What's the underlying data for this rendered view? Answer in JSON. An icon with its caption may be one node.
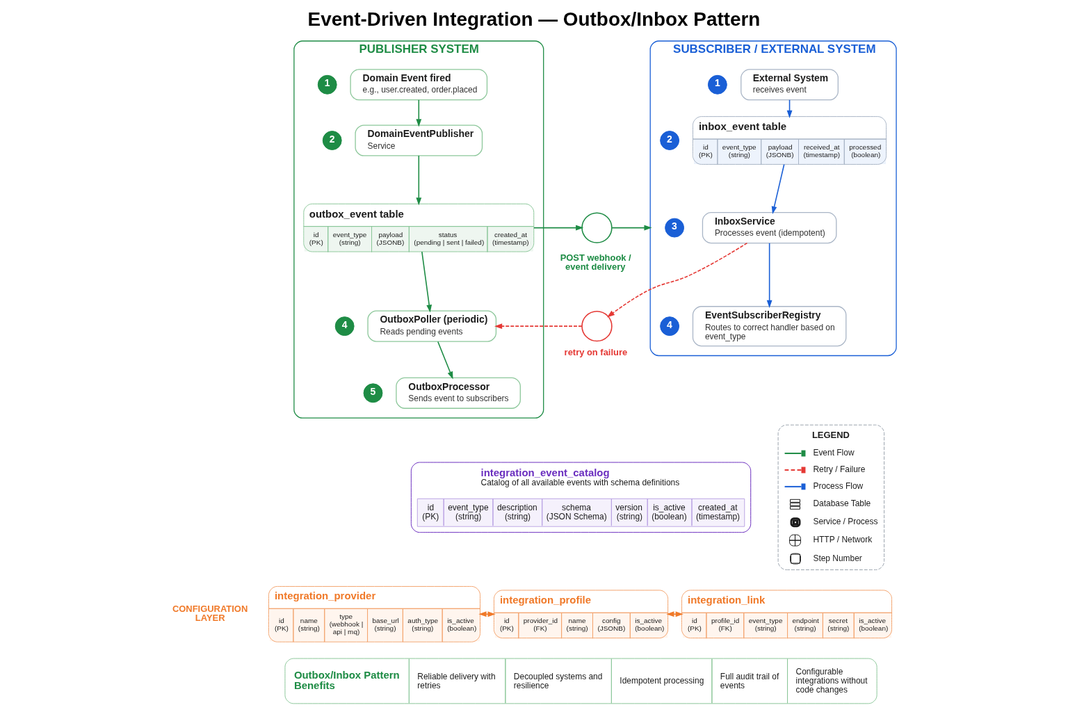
{
  "diagram": {
    "title": "Event-Driven Integration — Outbox/Inbox Pattern",
    "nodes": [
      {
        "text": [
          "PUBLISHER SYSTEM"
        ]
      },
      {
        "text": [
          "1"
        ],
        "in": 0
      },
      {
        "text": [
          "Domain Event fired",
          "e.g., user.created, order.placed"
        ],
        "in": 0
      },
      {
        "text": [
          "2"
        ],
        "in": 0
      },
      {
        "text": [
          "DomainEventPublisher",
          "Service"
        ],
        "in": 0
      },
      {
        "text": [
          "outbox_event table",
          "id (PK)",
          "event_type (string)",
          "payload (JSONB)",
          "status (pending | sent | failed)",
          "created_at (timestamp)"
        ],
        "in": 0
      },
      {
        "text": [
          "4"
        ],
        "in": 0
      },
      {
        "text": [
          "OutboxPoller (periodic)",
          "Reads pending events"
        ],
        "in": 0
      },
      {
        "text": [
          "5"
        ],
        "in": 0
      },
      {
        "text": [
          "OutboxProcessor",
          "Sends event to subscribers"
        ],
        "in": 0
      },
      {
        "text": [],
        "shape": "circle",
        "beside": [
          "POST webhook / event delivery"
        ]
      },
      {
        "text": [],
        "shape": "circle",
        "beside": [
          "retry on failure"
        ]
      },
      {
        "text": [
          "SUBSCRIBER / EXTERNAL SYSTEM"
        ]
      },
      {
        "text": [
          "1"
        ],
        "in": 12
      },
      {
        "text": [
          "External System",
          "receives event"
        ],
        "in": 12
      },
      {
        "text": [
          "2"
        ],
        "in": 12
      },
      {
        "text": [
          "inbox_event table",
          "id (PK)",
          "event_type (string)",
          "payload (JSONB)",
          "received_at (timestamp)",
          "processed (boolean)"
        ],
        "in": 12
      },
      {
        "text": [
          "3"
        ],
        "in": 12
      },
      {
        "text": [
          "InboxService",
          "Processes event (idempotent)"
        ],
        "in": 12
      },
      {
        "text": [
          "4"
        ],
        "in": 12
      },
      {
        "text": [
          "EventSubscriberRegistry",
          "Routes to correct handler based on event_type"
        ],
        "in": 12
      },
      {
        "text": [
          "integration_event_catalog",
          "Catalog of all available events with schema definitions",
          "id (PK)",
          "event_type (string)",
          "description (string)",
          "schema (JSON Schema)",
          "version (string)",
          "is_active (boolean)",
          "created_at (timestamp)"
        ]
      },
      {
        "text": [
          "integration_provider",
          "id (PK)",
          "name (string)",
          "type (webhook | api | mq)",
          "base_url (string)",
          "auth_type (string)",
          "is_active (boolean)"
        ]
      },
      {
        "text": [
          "integration_profile",
          "id (PK)",
          "provider_id (FK)",
          "name (string)",
          "config (JSONB)",
          "is_active (boolean)"
        ]
      },
      {
        "text": [
          "integration_link",
          "id (PK)",
          "profile_id (FK)",
          "event_type (string)",
          "endpoint (string)",
          "secret (string)",
          "is_active (boolean)"
        ]
      },
      {
        "text": [
          "Outbox/Inbox Pattern Benefits",
          "Reliable delivery with retries",
          "Decoupled systems and resilience",
          "Idempotent processing",
          "Full audit trail of events",
          "Configurable integrations without code changes"
        ]
      }
    ],
    "edges": [
      {
        "from": 2,
        "to": 4,
        "arrow": "to"
      },
      {
        "from": 4,
        "to": 5,
        "arrow": "to"
      },
      {
        "from": 5,
        "to": 7,
        "arrow": "to"
      },
      {
        "from": 7,
        "to": 9,
        "arrow": "to"
      },
      {
        "from": 5,
        "to": 10,
        "arrow": "to"
      },
      {
        "from": 10,
        "to": 12,
        "arrow": "to"
      },
      {
        "from": 14,
        "to": 16,
        "arrow": "to",
        "color": "#1a5fd6"
      },
      {
        "from": 16,
        "to": 18,
        "arrow": "to",
        "color": "#1a5fd6"
      },
      {
        "from": 18,
        "to": 20,
        "arrow": "to",
        "color": "#1a5fd6"
      },
      {
        "from": 18,
        "to": 11,
        "arrow": "to",
        "style": "dashed",
        "color": "#e53935"
      },
      {
        "from": 11,
        "to": 7,
        "arrow": "to",
        "style": "dashed",
        "color": "#e53935"
      },
      {
        "from": 22,
        "to": 23,
        "arrow": "both",
        "style": "dashed",
        "color": "#f07a2a"
      },
      {
        "from": 23,
        "to": 24,
        "arrow": "both",
        "style": "dashed",
        "color": "#f07a2a"
      }
    ],
    "labels": [
      "LEGEND",
      "CONFIGURATION LAYER"
    ],
    "legend": [
      {
        "text": "Event Flow"
      },
      {
        "text": "Retry / Failure"
      },
      {
        "text": "Process Flow"
      },
      {
        "text": "Database Table"
      },
      {
        "text": "Service / Process"
      },
      {
        "text": "HTTP / Network"
      },
      {
        "text": "Step Number"
      }
    ]
  }
}
